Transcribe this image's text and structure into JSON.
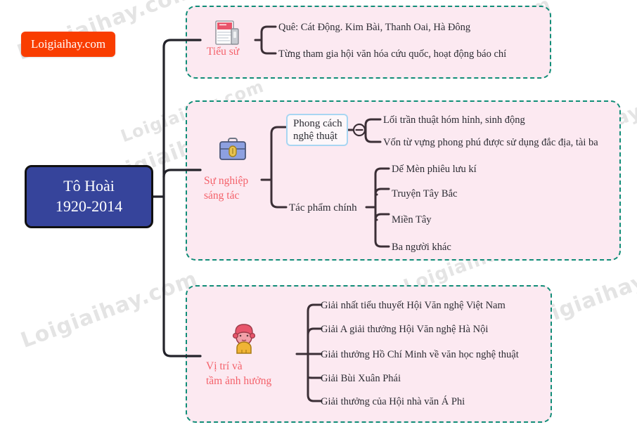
{
  "logo": {
    "text": "Loigiaihay.com",
    "color": "#f93d00"
  },
  "watermark": {
    "text": "Loigiaihay.com",
    "color": "#cfcfcf"
  },
  "root": {
    "name": "Tô Hoài",
    "years": "1920-2014",
    "fill": "#36449b",
    "border": "#111111",
    "text_color": "#ffffff"
  },
  "theme": {
    "panel_fill": "#fce9f1",
    "panel_border": "#108d77",
    "branch_label_color": "#f4616a",
    "leaf_text_color": "#2c2c33",
    "connector_color": "#3b2f36",
    "subbox_border": "#a8d6f2"
  },
  "branches": [
    {
      "id": "tieu-su",
      "label": "Tiểu sử",
      "icon": "newspaper-icon",
      "leaves": [
        "Quê: Cát Động. Kim Bài, Thanh Oai, Hà Đông",
        "Từng tham gia hội văn hóa cứu quốc, hoạt động báo chí"
      ]
    },
    {
      "id": "su-nghiep-sang-tac",
      "label_line1": "Sự nghiệp",
      "label_line2": "sáng tác",
      "icon": "briefcase-icon",
      "subnodes": [
        {
          "id": "phong-cach-nghe-thuat",
          "label_line1": "Phong cách",
          "label_line2": "nghệ thuật",
          "boxed": true,
          "toggle": "collapse-minus-icon",
          "leaves": [
            "Lối trần thuật hóm hỉnh, sinh động",
            "Vốn từ vựng phong phú được sử dụng đắc địa, tài ba"
          ]
        },
        {
          "id": "tac-pham-chinh",
          "label": "Tác phẩm chính",
          "boxed": false,
          "leaves": [
            "Dế Mèn phiêu lưu kí",
            "Truyện Tây Bắc",
            "Miền Tây",
            "Ba người khác"
          ]
        }
      ]
    },
    {
      "id": "vi-tri-va-tam-anh-huong",
      "label_line1": "Vị trí và",
      "label_line2": "tầm ảnh hưởng",
      "icon": "person-icon",
      "leaves": [
        "Giải nhất tiểu thuyết Hội Văn nghệ Việt Nam",
        "Giải A giải thưởng Hội Văn nghệ Hà Nội",
        "Giải thưởng Hồ Chí Minh về văn học nghệ thuật",
        "Giải Bùi Xuân Phái",
        "Giải thưởng của Hội nhà văn Á Phi"
      ]
    }
  ]
}
